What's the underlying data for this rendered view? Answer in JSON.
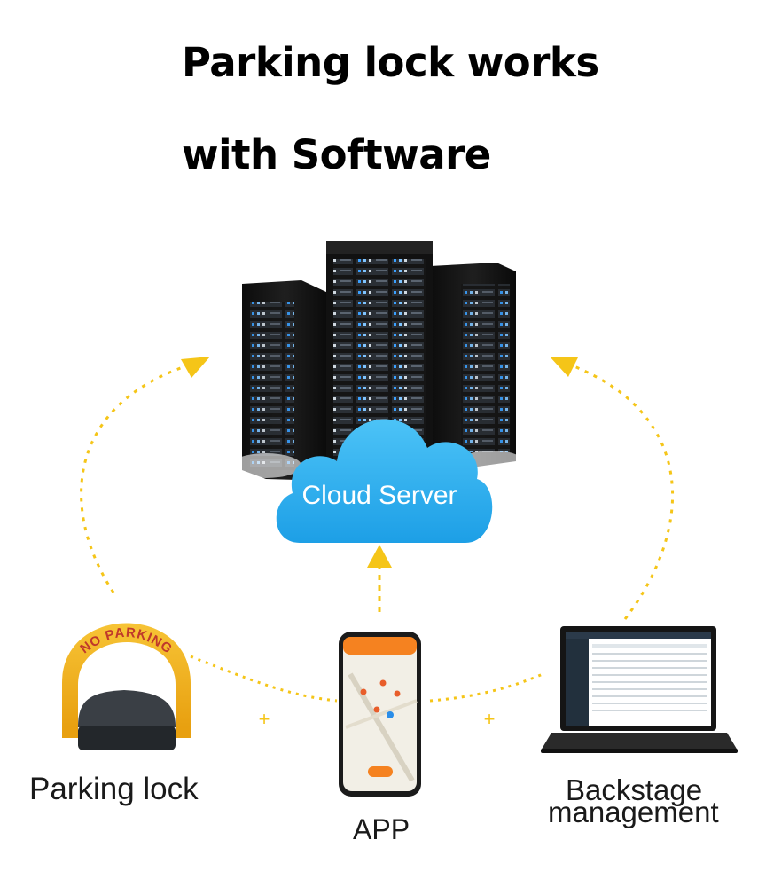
{
  "title": {
    "line1": "Parking lock works",
    "line2": "with Software"
  },
  "cloud": {
    "label": "Cloud Server"
  },
  "lock": {
    "sign": "NO PARKING",
    "label": "Parking lock"
  },
  "app": {
    "label": "APP"
  },
  "backstage": {
    "line1": "Backstage",
    "line2": "management"
  },
  "connector": {
    "plus": "+"
  },
  "colors": {
    "arrow": "#f5c518",
    "cloud": "#29aef0",
    "lock": "#f2b21c",
    "appbar": "#f58220"
  }
}
